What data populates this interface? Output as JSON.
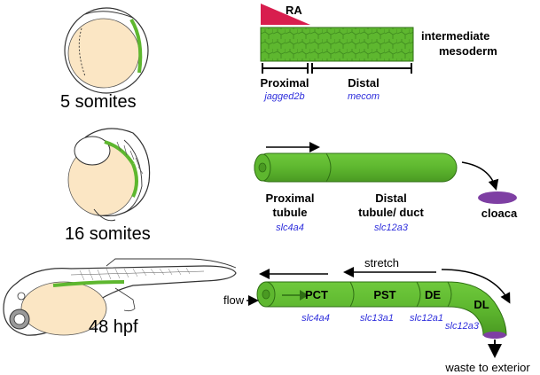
{
  "colors": {
    "tubule_green": "#5eb72f",
    "tubule_green_dark": "#2f6f14",
    "yolk": "#fbe6c4",
    "embryo_outline": "#333333",
    "gene_blue": "#2e2edc",
    "ra_red": "#d81e4e",
    "cloaca_purple": "#7e3fa3"
  },
  "stages": {
    "stage1": {
      "label": "5 somites"
    },
    "stage2": {
      "label": "16 somites"
    },
    "stage3": {
      "label": "48 hpf"
    }
  },
  "panel1": {
    "ra_label": "RA",
    "tissue_label_line1": "intermediate",
    "tissue_label_line2": "mesoderm",
    "proximal": {
      "label": "Proximal",
      "gene": "jagged2b"
    },
    "distal": {
      "label": "Distal",
      "gene": "mecom"
    }
  },
  "panel2": {
    "proximal": {
      "line1": "Proximal",
      "line2": "tubule",
      "gene": "slc4a4"
    },
    "distal": {
      "line1": "Distal",
      "line2": "tubule/ duct",
      "gene": "slc12a3"
    },
    "cloaca_label": "cloaca"
  },
  "panel3": {
    "flow_label": "flow",
    "stretch_label": "stretch",
    "waste_label": "waste to exterior",
    "segments": [
      {
        "label": "PCT",
        "gene": "slc4a4"
      },
      {
        "label": "PST",
        "gene": "slc13a1"
      },
      {
        "label": "DE",
        "gene": "slc12a1"
      },
      {
        "label": "DL",
        "gene": "slc12a3"
      }
    ]
  }
}
